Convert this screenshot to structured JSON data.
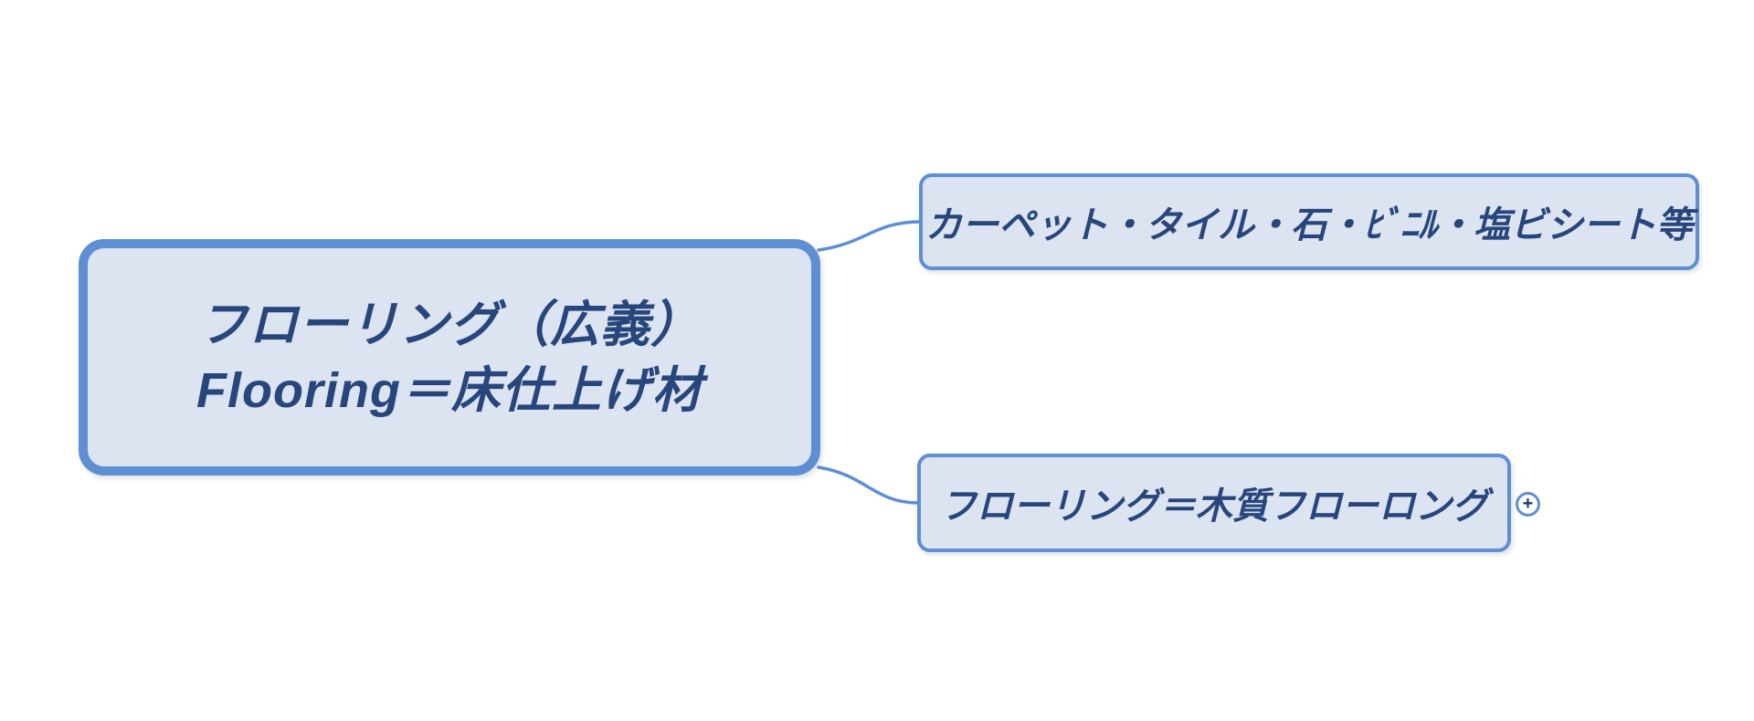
{
  "theme": {
    "background_color": "#ffffff",
    "node_border_color": "#5e8fd2",
    "node_fill_color": "#dce3f1",
    "text_color": "#27467c",
    "connector_color": "#5e8fd2"
  },
  "mindmap": {
    "root": {
      "line1": "フローリング（広義）",
      "line2": "Flooring＝床仕上げ材"
    },
    "children": [
      {
        "label": "カーペット・タイル・石・ﾋﾞﾆﾙ・塩ビシート等"
      },
      {
        "label": "フローリング＝木質フローロング"
      }
    ],
    "expand_button": {
      "symbol": "+",
      "icon": "plus-expand-icon"
    }
  }
}
